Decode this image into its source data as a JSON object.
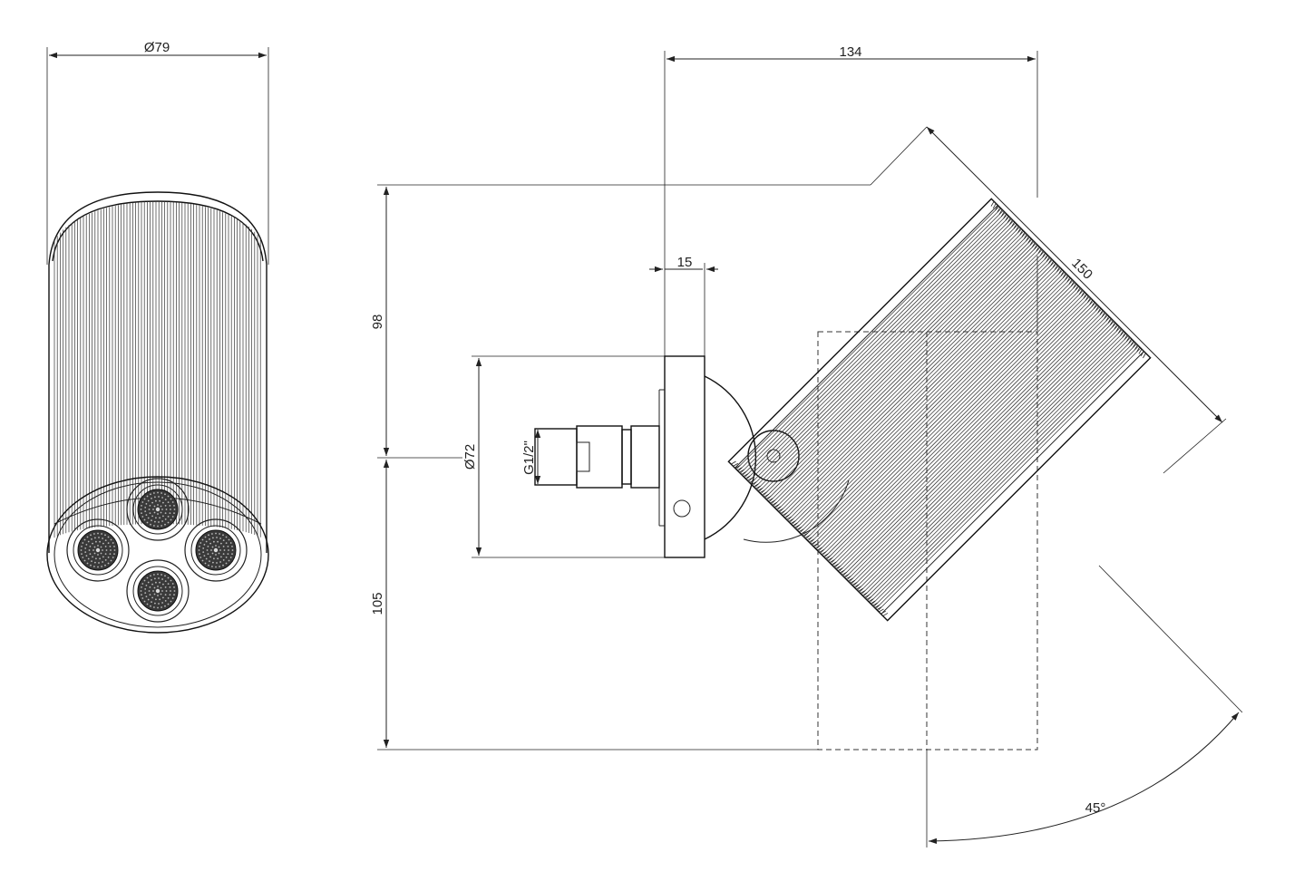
{
  "diagram": {
    "views": {
      "side_view": {
        "diameter_label": "Ø79"
      },
      "front_view": {
        "width_label": "134",
        "length_label": "150",
        "upper_height_label": "98",
        "lower_height_label": "105",
        "flange_label": "15",
        "base_diameter_label": "Ø72",
        "thread_label": "G1/2\"",
        "angle_label": "45°"
      }
    },
    "colors": {
      "line": "#222222",
      "background": "#ffffff"
    }
  }
}
